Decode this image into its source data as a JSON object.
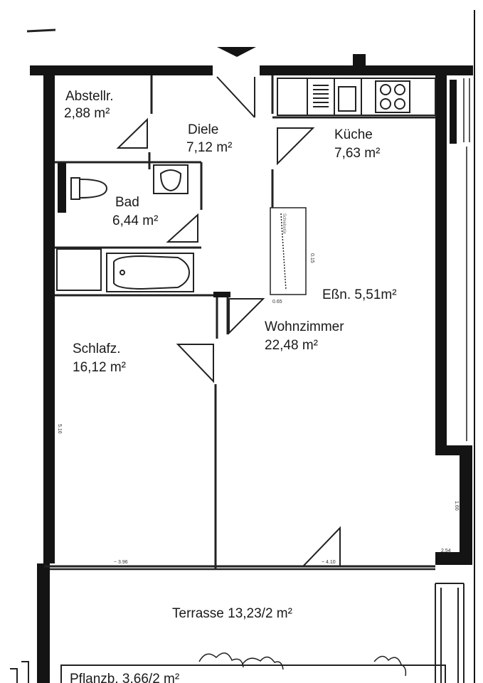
{
  "rooms": {
    "abstell": {
      "name": "Abstellr.",
      "area": "2,88 m²"
    },
    "diele": {
      "name": "Diele",
      "area": "7,12 m²"
    },
    "kueche": {
      "name": "Küche",
      "area": "7,63 m²"
    },
    "bad": {
      "name": "Bad",
      "area": "6,44 m²"
    },
    "essen": {
      "label": "Eßn. 5,51m²"
    },
    "wohnzimmer": {
      "name": "Wohnzimmer",
      "area": "22,48 m²"
    },
    "schlafz": {
      "name": "Schlafz.",
      "area": "16,12 m²"
    },
    "terrasse": {
      "label": "Terrasse 13,23/2 m²"
    },
    "pflanz": {
      "label": "Pflanzb. 3,66/2 m²"
    }
  },
  "dimensions": {
    "d1": "0.65",
    "d2": "~ 3.96",
    "d3": "~ 4.10",
    "d4": "2.54",
    "d5": "5.16",
    "d6": "1.60",
    "d7": "0.15"
  },
  "notes": {
    "n1": "Schiebetür"
  },
  "colors": {
    "wall": "#141414",
    "line": "#333333",
    "paper": "#ffffff"
  }
}
